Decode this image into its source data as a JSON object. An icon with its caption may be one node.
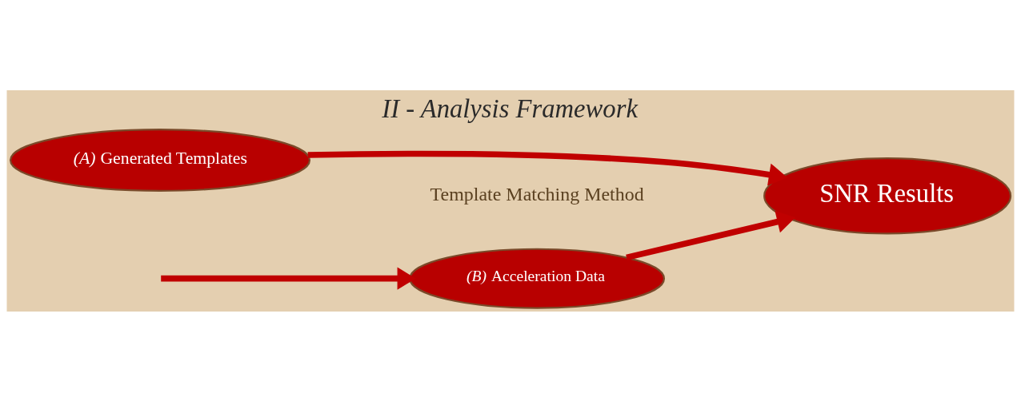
{
  "diagram": {
    "title": "II - Analysis Framework",
    "nodes": [
      {
        "text": [
          "*(A)* Generated Templates"
        ]
      },
      {
        "text": [
          "*(B)* Acceleration Data"
        ]
      },
      {
        "text": [
          "SNR Results"
        ]
      }
    ],
    "edges": [
      {
        "from": 0,
        "to": 2,
        "arrow": "to"
      },
      {
        "from": 1,
        "to": 2,
        "arrow": "to"
      },
      {
        "from": null,
        "to": 1,
        "arrow": "to"
      }
    ],
    "labels": [
      "Template Matching Method"
    ]
  }
}
